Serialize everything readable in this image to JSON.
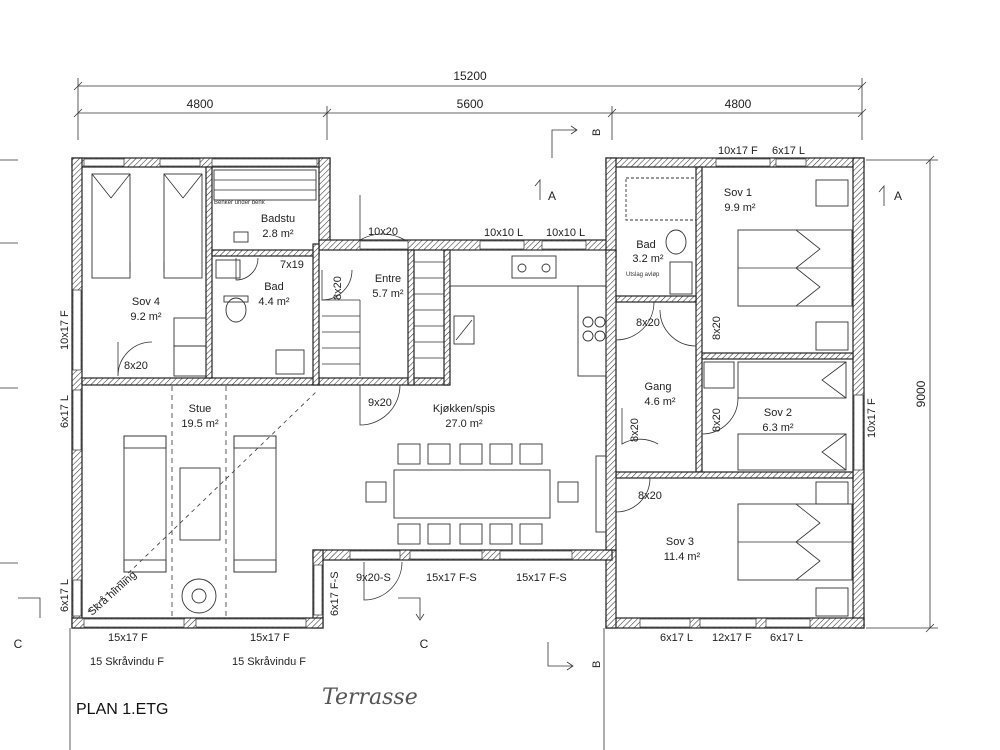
{
  "dimensions": {
    "total_width": "15200",
    "left_width": "4800",
    "middle_width": "5600",
    "right_width": "4800",
    "total_height": "9000"
  },
  "rooms": {
    "sov4": {
      "name": "Sov 4",
      "area": "9.2 m²"
    },
    "badstu": {
      "name": "Badstu",
      "area": "2.8 m²"
    },
    "bad_left": {
      "name": "Bad",
      "area": "4.4 m²"
    },
    "entre": {
      "name": "Entre",
      "area": "5.7 m²"
    },
    "stue": {
      "name": "Stue",
      "area": "19.5 m²"
    },
    "kjokken": {
      "name": "Kjøkken/spis",
      "area": "27.0 m²"
    },
    "bad_right": {
      "name": "Bad",
      "area": "3.2 m²"
    },
    "sov1": {
      "name": "Sov 1",
      "area": "9.9 m²"
    },
    "gang": {
      "name": "Gang",
      "area": "4.6 m²"
    },
    "sov2": {
      "name": "Sov 2",
      "area": "6.3 m²"
    },
    "sov3": {
      "name": "Sov 3",
      "area": "11.4 m²"
    }
  },
  "openings": {
    "w_top_sov1_a": "10x17 F",
    "w_top_sov1_b": "6x17 L",
    "w_entre": "10x20",
    "w_kitchen_a": "10x10 L",
    "w_kitchen_b": "10x10 L",
    "d_bad_left": "7x19",
    "d_entre": "8x20",
    "d_sov4": "8x20",
    "d_stue": "9x20",
    "d_bad_right": "8x20",
    "d_sov1": "8x20",
    "d_gang_a": "8x20",
    "d_gang_b": "8x20",
    "d_sov3": "8x20",
    "w_sov4_side": "10x17 F",
    "w_stue_side": "6x17 L",
    "w_stue_corner": "6x17 L",
    "w_sov2_side": "10x17 F",
    "w_stue_right": "6x17 F-S",
    "d_terrace": "9x20-S",
    "w_kitchen_s1": "15x17 F-S",
    "w_kitchen_s2": "15x17 F-S",
    "w_stue_s1": "15x17 F",
    "w_stue_s2": "15x17 F",
    "skra1": "15 Skråvindu F",
    "skra2": "15 Skråvindu F",
    "w_sov3_a": "6x17 L",
    "w_sov3_b": "12x17 F",
    "w_sov3_c": "6x17 L"
  },
  "notes": {
    "benker": "Benker under benk",
    "utslag": "Utslag avløp",
    "skra_himling": "Skrå himling"
  },
  "sections": {
    "a": "A",
    "b": "B",
    "c": "C"
  },
  "title": "PLAN 1.ETG",
  "terrace": "Terrasse"
}
